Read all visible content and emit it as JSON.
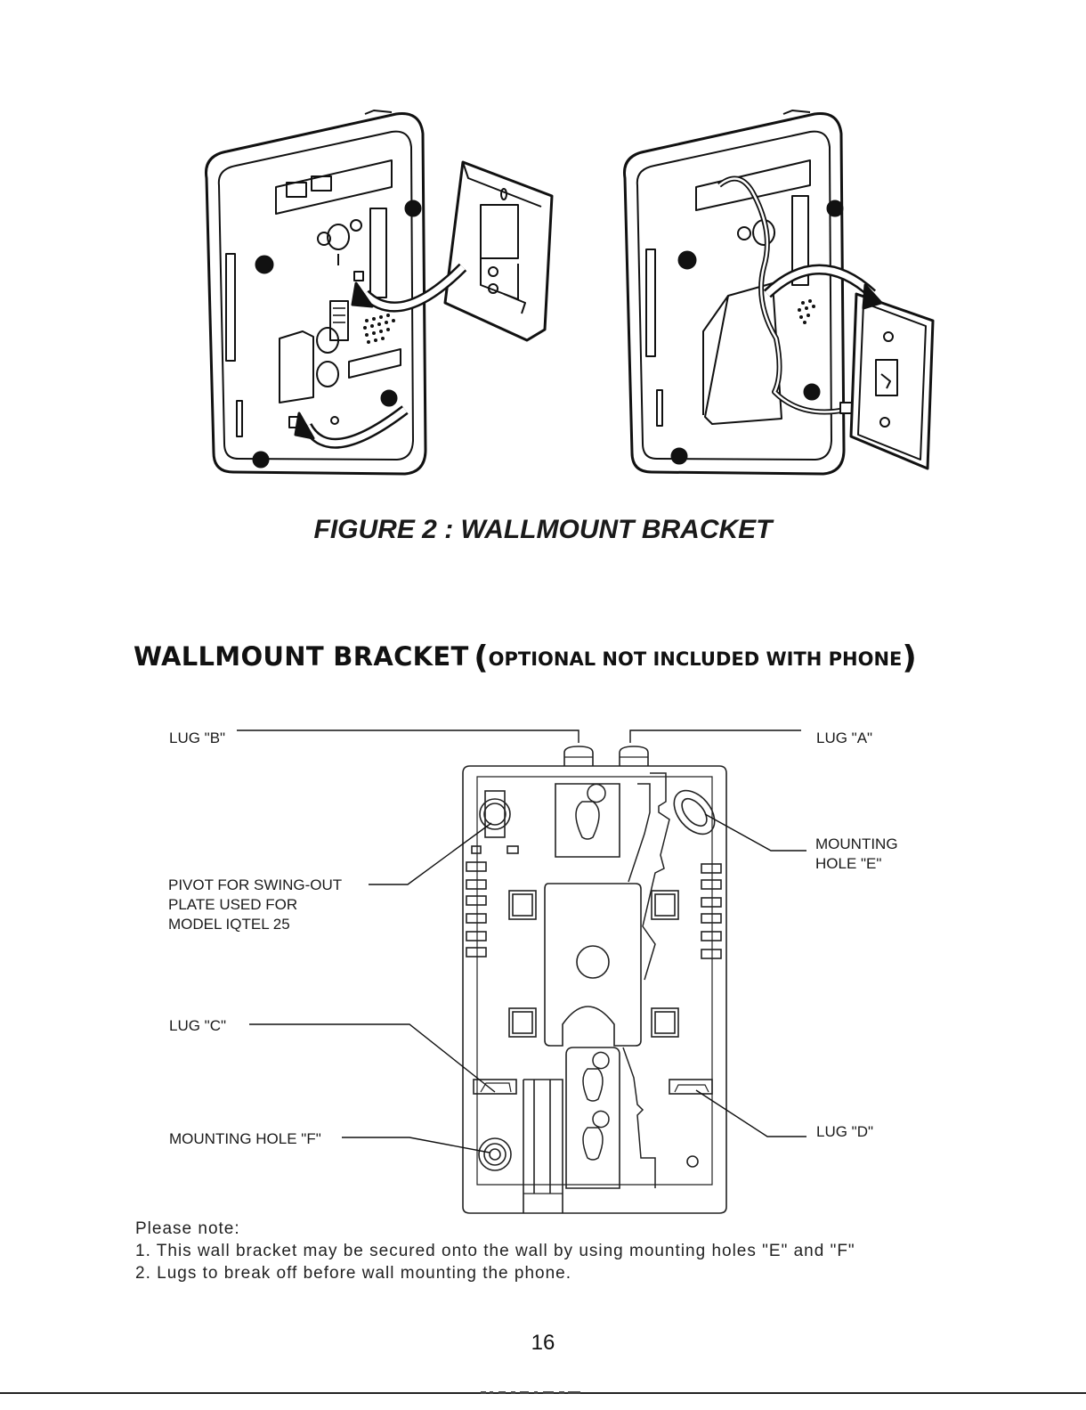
{
  "figure": {
    "caption": "FIGURE 2 : WALLMOUNT BRACKET"
  },
  "section": {
    "heading_main": "WALLMOUNT BRACKET",
    "heading_paren_open": "(",
    "heading_sub": "OPTIONAL NOT INCLUDED WITH PHONE",
    "heading_paren_close": ")"
  },
  "diagram_labels": {
    "lug_b": "LUG \"B\"",
    "lug_a": "LUG \"A\"",
    "mounting_hole_e": "MOUNTING\nHOLE \"E\"",
    "pivot": "PIVOT FOR SWING-OUT\nPLATE USED FOR\nMODEL IQTEL 25",
    "lug_c": "LUG \"C\"",
    "lug_d": "LUG \"D\"",
    "mounting_hole_f": "MOUNTING HOLE \"F\""
  },
  "notes": {
    "heading": "Please note:",
    "items": [
      "1. This wall bracket may be secured onto the wall by using mounting holes \"E\" and \"F\"",
      "2. Lugs to break off before wall mounting the phone."
    ]
  },
  "page_number": "16"
}
